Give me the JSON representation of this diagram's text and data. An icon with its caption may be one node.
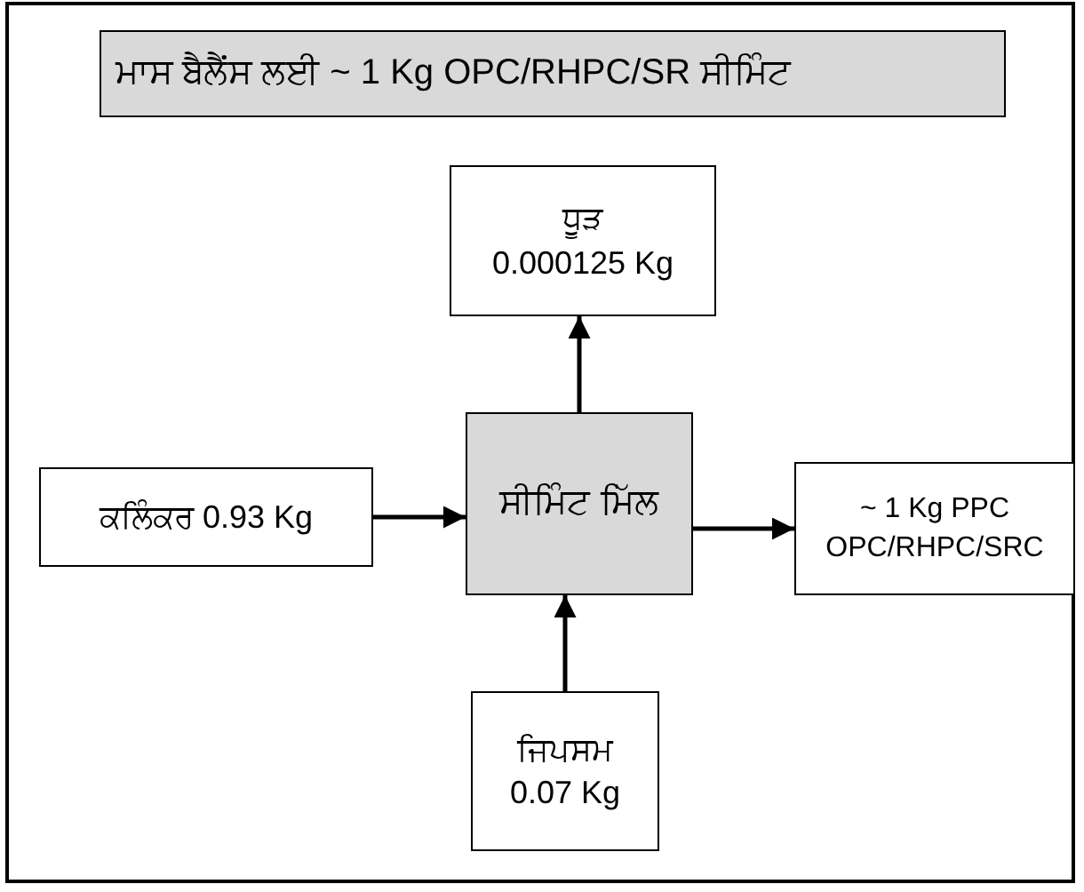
{
  "diagram": {
    "nodes": [
      {
        "text": [
          "ਮਾਸ ਬੈਲੈਂਸ ਲਈ ~ 1 Kg OPC/RHPC/SR ਸੀਮਿੰਟ"
        ]
      },
      {
        "text": [
          "ਧੂੜ",
          "0.000125 Kg"
        ]
      },
      {
        "text": [
          "ਕਲਿੰਕਰ 0.93 Kg"
        ]
      },
      {
        "text": [
          "ਸੀਮਿੰਟ ਮਿੱਲ"
        ]
      },
      {
        "text": [
          "~ 1 Kg PPC",
          "OPC/RHPC/SRC"
        ]
      },
      {
        "text": [
          "ਜਿਪਸਮ",
          "0.07 Kg"
        ]
      }
    ],
    "edges": [
      {
        "from": 3,
        "to": 1,
        "arrow": "to"
      },
      {
        "from": 2,
        "to": 3,
        "arrow": "to"
      },
      {
        "from": 3,
        "to": 4,
        "arrow": "to"
      },
      {
        "from": 5,
        "to": 3,
        "arrow": "to"
      }
    ]
  }
}
